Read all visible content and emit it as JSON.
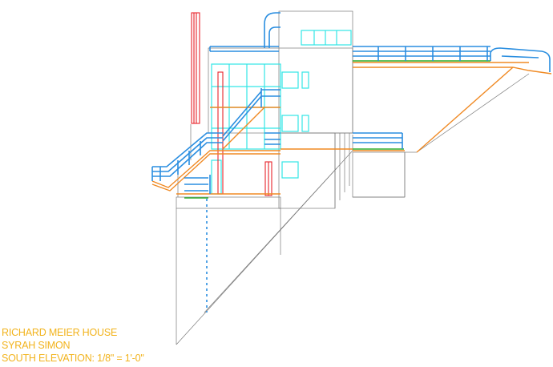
{
  "title_block": {
    "project": "RICHARD MEIER HOUSE",
    "author": "SYRAH SIMON",
    "sheet": "SOUTH ELEVATION: 1/8\" = 1'-0\""
  },
  "colors": {
    "title_text": "#f2b31c",
    "outline": "#7a7a7a",
    "glazing": "#33e6e6",
    "railing": "#2a8ee0",
    "slab_edge": "#f08a24",
    "column": "#e8232a",
    "planter": "#2fae2f"
  },
  "elements": [
    "building-outline",
    "glazing-grid",
    "stair-railing",
    "roof-railing",
    "ramp",
    "slab-edges",
    "red-columns",
    "grade-line"
  ]
}
